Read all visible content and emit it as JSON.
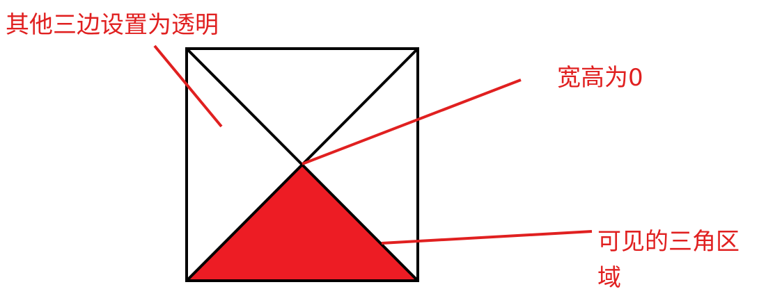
{
  "annotations": {
    "transparent_sides": "其他三边设置为透明",
    "zero_size": "宽高为0",
    "visible_triangle": "可见的三角区域"
  },
  "colors": {
    "stroke": "#000000",
    "accent": "#ed1c24",
    "annotation_text": "#e02020"
  }
}
